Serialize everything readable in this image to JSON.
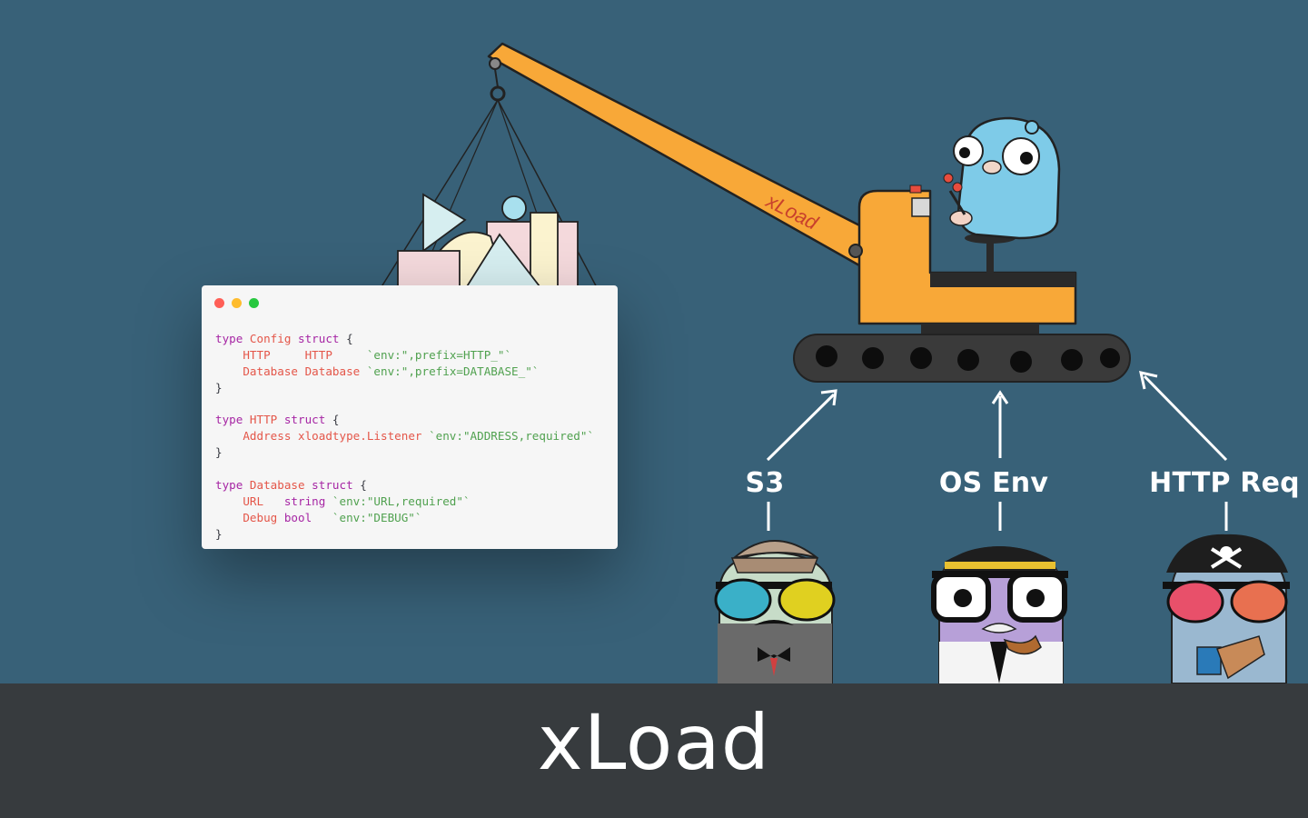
{
  "colors": {
    "background": "#386178",
    "footer": "#373b3e",
    "crane": "#f8a838",
    "track": "#3a3a3a",
    "gopher_blue": "#7ecbe8"
  },
  "crane": {
    "boom_label": "xLoad"
  },
  "code_window": {
    "lines": [
      [
        {
          "t": "type ",
          "c": "kw"
        },
        {
          "t": "Config ",
          "c": "ty"
        },
        {
          "t": "struct ",
          "c": "kw"
        },
        {
          "t": "{",
          "c": "pl"
        }
      ],
      [
        {
          "t": "    HTTP     ",
          "c": "fd"
        },
        {
          "t": "HTTP     ",
          "c": "ty"
        },
        {
          "t": "`env:\",prefix=HTTP_\"`",
          "c": "st"
        }
      ],
      [
        {
          "t": "    Database ",
          "c": "fd"
        },
        {
          "t": "Database ",
          "c": "ty"
        },
        {
          "t": "`env:\",prefix=DATABASE_\"`",
          "c": "st"
        }
      ],
      [
        {
          "t": "}",
          "c": "pl"
        }
      ],
      [
        {
          "t": "",
          "c": "pl"
        }
      ],
      [
        {
          "t": "type ",
          "c": "kw"
        },
        {
          "t": "HTTP ",
          "c": "ty"
        },
        {
          "t": "struct ",
          "c": "kw"
        },
        {
          "t": "{",
          "c": "pl"
        }
      ],
      [
        {
          "t": "    Address ",
          "c": "fd"
        },
        {
          "t": "xloadtype.Listener ",
          "c": "ty"
        },
        {
          "t": "`env:\"ADDRESS,required\"`",
          "c": "st"
        }
      ],
      [
        {
          "t": "}",
          "c": "pl"
        }
      ],
      [
        {
          "t": "",
          "c": "pl"
        }
      ],
      [
        {
          "t": "type ",
          "c": "kw"
        },
        {
          "t": "Database ",
          "c": "ty"
        },
        {
          "t": "struct ",
          "c": "kw"
        },
        {
          "t": "{",
          "c": "pl"
        }
      ],
      [
        {
          "t": "    URL   ",
          "c": "fd"
        },
        {
          "t": "string ",
          "c": "kw"
        },
        {
          "t": "`env:\"URL,required\"`",
          "c": "st"
        }
      ],
      [
        {
          "t": "    Debug ",
          "c": "fd"
        },
        {
          "t": "bool   ",
          "c": "kw"
        },
        {
          "t": "`env:\"DEBUG\"`",
          "c": "st"
        }
      ],
      [
        {
          "t": "}",
          "c": "pl"
        }
      ]
    ]
  },
  "sources": [
    {
      "label": "S3",
      "mascot": "detective-gopher-icon"
    },
    {
      "label": "OS Env",
      "mascot": "professor-gopher-icon"
    },
    {
      "label": "HTTP Req",
      "mascot": "pirate-gopher-icon"
    }
  ],
  "footer": {
    "title": "xLoad"
  }
}
